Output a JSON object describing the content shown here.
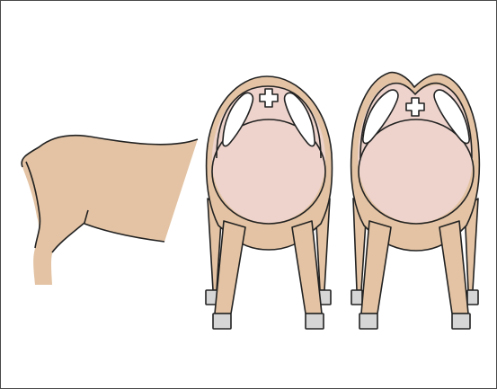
{
  "colors": {
    "skin": "#e3c3a3",
    "body_pale": "#edd3cb",
    "hoof": "#d6d6d6",
    "outline": "#222222",
    "highlight": "#ffffff",
    "frame": "#4a4a4a"
  },
  "figures": [
    {
      "name": "side-view-body"
    },
    {
      "name": "rear-view-narrow"
    },
    {
      "name": "rear-view-wide"
    }
  ]
}
